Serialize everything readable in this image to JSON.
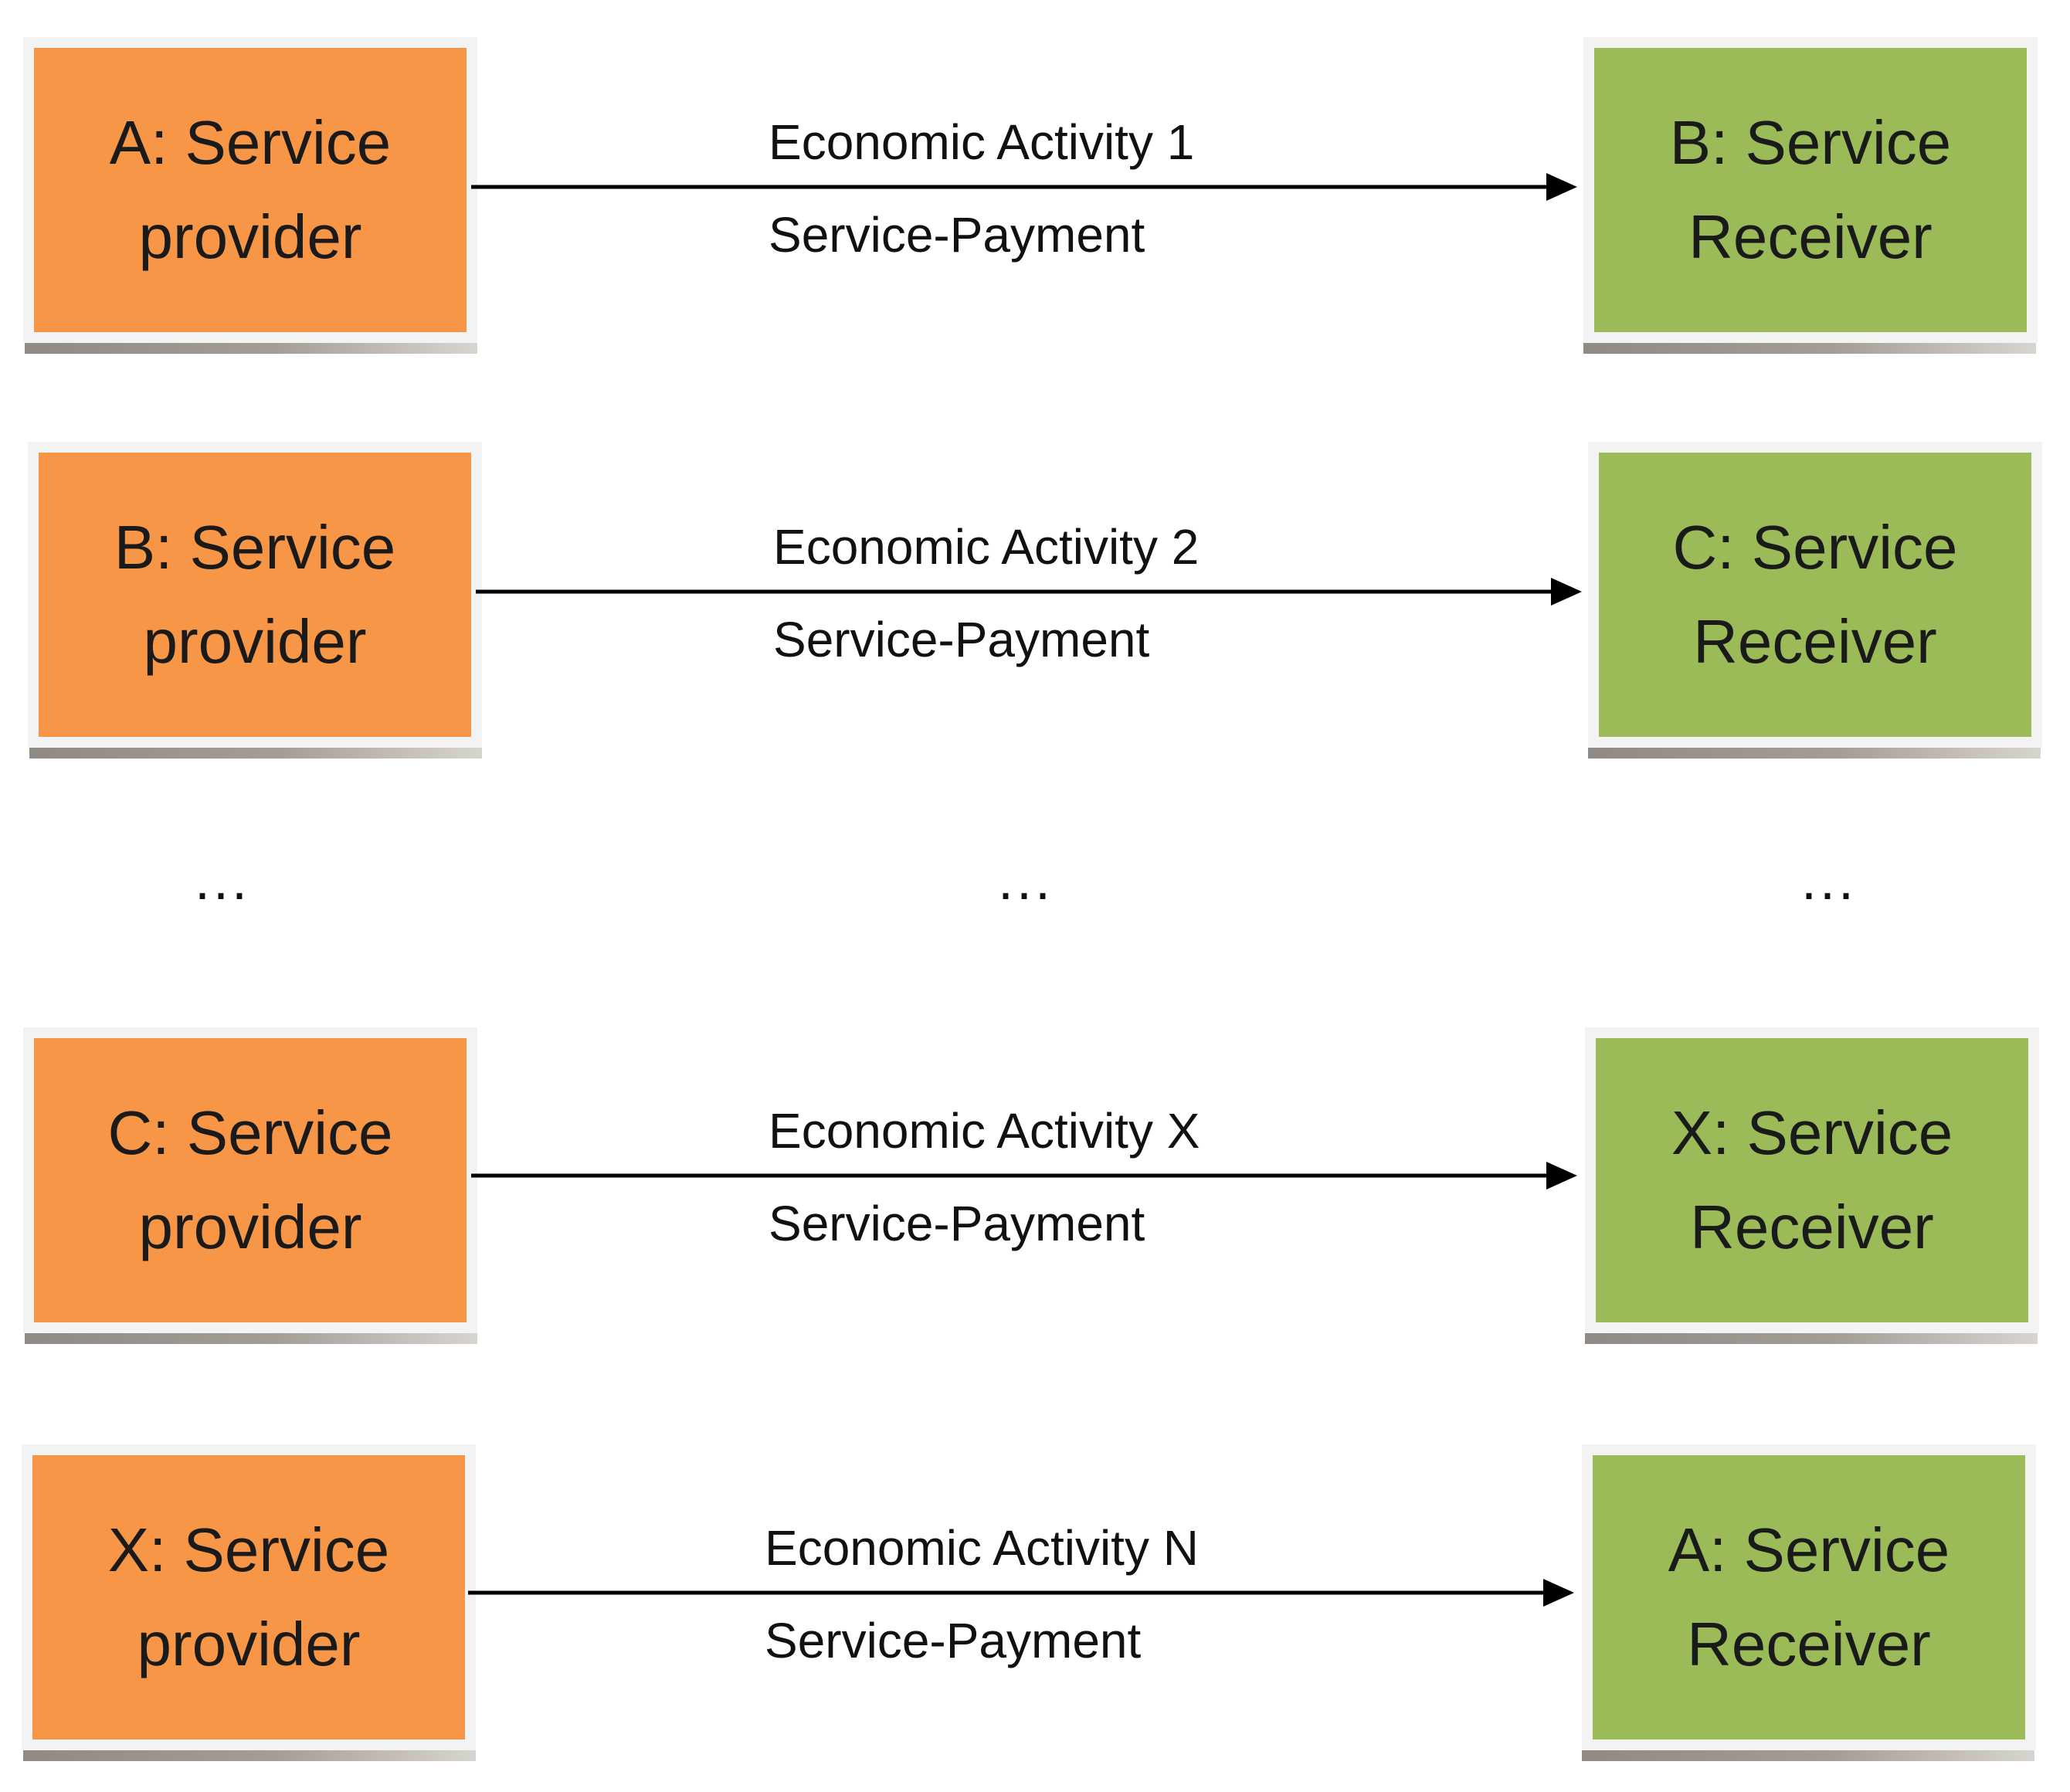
{
  "rows": [
    {
      "provider": {
        "line1": "A: Service",
        "line2": "provider"
      },
      "receiver": {
        "line1": "B: Service",
        "line2": "Receiver"
      },
      "activity": "Economic Activity 1",
      "payment": "Service-Payment"
    },
    {
      "provider": {
        "line1": "B: Service",
        "line2": "provider"
      },
      "receiver": {
        "line1": "C: Service",
        "line2": "Receiver"
      },
      "activity": "Economic Activity 2",
      "payment": "Service-Payment"
    },
    {
      "provider": {
        "line1": "C: Service",
        "line2": "provider"
      },
      "receiver": {
        "line1": "X: Service",
        "line2": "Receiver"
      },
      "activity": "Economic Activity X",
      "payment": "Service-Payment"
    },
    {
      "provider": {
        "line1": "X: Service",
        "line2": "provider"
      },
      "receiver": {
        "line1": "A: Service",
        "line2": "Receiver"
      },
      "activity": "Economic Activity N",
      "payment": "Service-Payment"
    }
  ],
  "ellipsis": {
    "left": "...",
    "middle": "...",
    "right": "..."
  },
  "colors": {
    "provider": "#f79646",
    "receiver": "#9bbb59",
    "arrow": "#000000"
  }
}
